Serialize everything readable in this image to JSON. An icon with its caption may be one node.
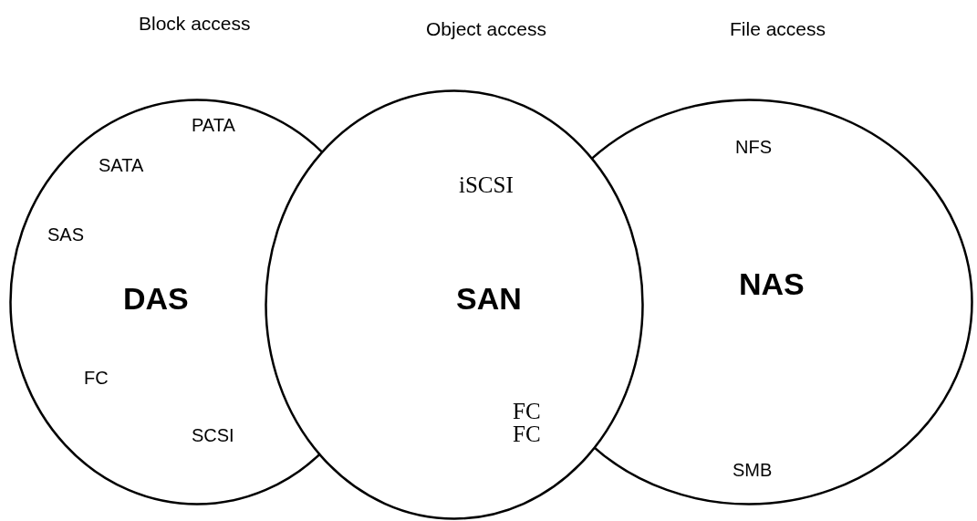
{
  "diagram": {
    "nodes": [
      {
        "text": [
          "DAS"
        ]
      },
      {
        "text": [
          "SAN"
        ]
      },
      {
        "text": [
          "NAS"
        ]
      }
    ],
    "labels": [
      "Block access",
      "Object access",
      "File access",
      "PATA",
      "SATA",
      "SAS",
      "FC",
      "SCSI",
      "iSCSI",
      "FC",
      "FC",
      "NFS",
      "SMB"
    ]
  }
}
